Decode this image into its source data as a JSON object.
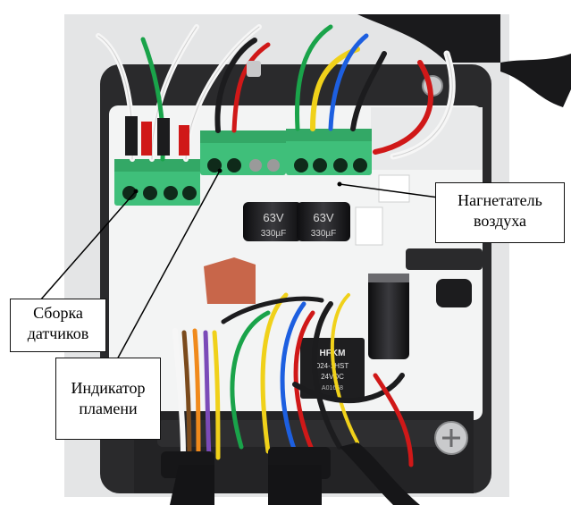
{
  "photo": {
    "subject": "controller board",
    "colors": {
      "board": "#f3f4f4",
      "housing": "#2a2a2c",
      "terminal": "#3fbf7a",
      "capacitor": "#1c1c1e",
      "fuse": "#c8664a",
      "wire_red": "#d01818",
      "wire_green": "#1aa34a",
      "wire_blue": "#1d5fe0",
      "wire_yellow": "#f0d11a",
      "wire_white": "#f6f6f6",
      "wire_brown": "#7a4a1c",
      "wire_orange": "#f08a1c",
      "wire_purple": "#7b4bb8"
    },
    "printed": {
      "cap1_voltage": "63V",
      "cap1_capacity": "330µF",
      "cap2_voltage": "63V",
      "cap2_capacity": "330µF",
      "relay_brand": "HFKM",
      "relay_model": "024-1HST",
      "relay_rating": "24VDC",
      "relay_code": "A01668"
    }
  },
  "callouts": {
    "sensor_assembly": [
      "Сборка",
      "датчиков"
    ],
    "flame_indicator": [
      "Индикатор",
      "пламени"
    ],
    "air_blower": [
      "Нагнетатель",
      "воздуха"
    ]
  }
}
